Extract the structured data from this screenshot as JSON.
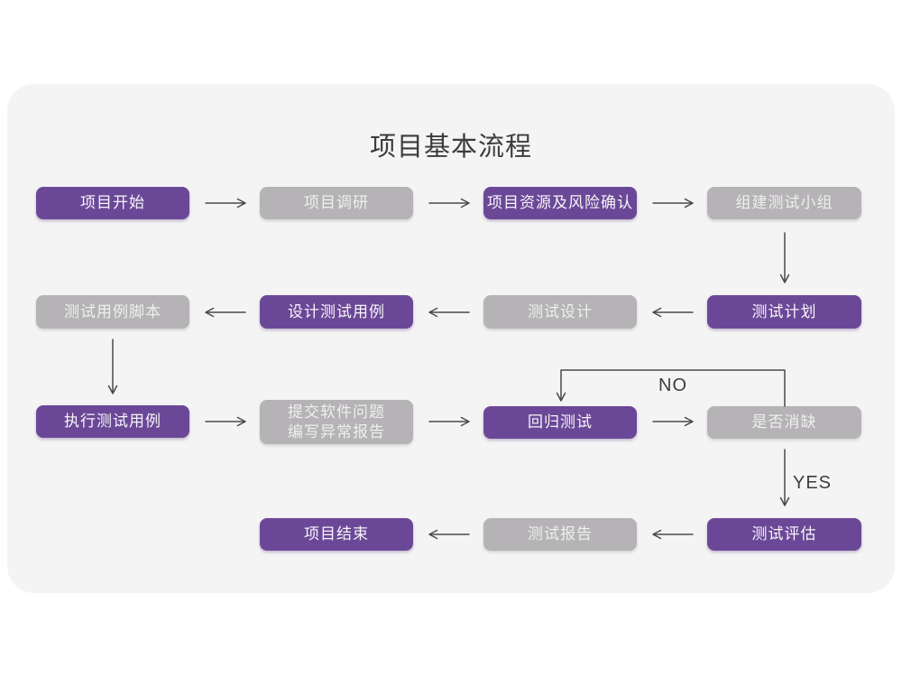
{
  "page": {
    "title": "项目基本流程"
  },
  "colors": {
    "purple": "#6b4897",
    "gray": "#b5b3b5",
    "card": "#f5f4f5",
    "arrow": "#4a4a4a",
    "title_text": "#3c3c3c",
    "box_text": "#f7f5f9"
  },
  "nodes": {
    "start": {
      "label": "项目开始"
    },
    "research": {
      "label": "项目调研"
    },
    "risk": {
      "label": "项目资源及风险确认"
    },
    "team": {
      "label": "组建测试小组"
    },
    "script": {
      "label": "测试用例脚本"
    },
    "case_design": {
      "label": "设计测试用例"
    },
    "design": {
      "label": "测试设计"
    },
    "plan": {
      "label": "测试计划"
    },
    "execute": {
      "label": "执行测试用例"
    },
    "submit": {
      "line1": "提交软件问题",
      "line2": "编写异常报告"
    },
    "regression": {
      "label": "回归测试"
    },
    "defect": {
      "label": "是否消缺"
    },
    "end": {
      "label": "项目结束"
    },
    "report": {
      "label": "测试报告"
    },
    "evaluate": {
      "label": "测试评估"
    }
  },
  "edge_labels": {
    "no": "NO",
    "yes": "YES"
  }
}
